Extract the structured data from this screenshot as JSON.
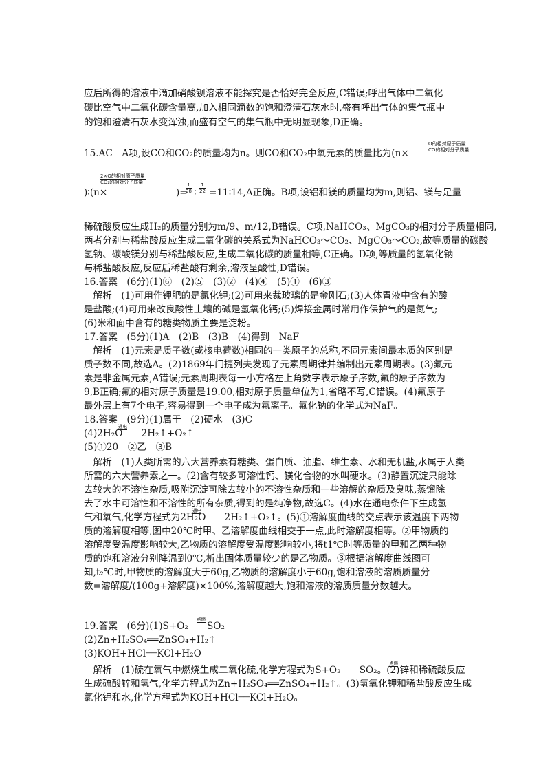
{
  "lines": [
    "应后所得的溶液中滴加硝酸钡溶液不能探究是否恰好完全反应,C错误;呼出气体中二氧化",
    "碳比空气中二氧化碳含量高,加入相同滴数的饱和澄清石灰水时,盛有呼出气体的集气瓶中",
    "的饱和澄清石灰水变浑浊,而盛有空气的集气瓶中无明显现象,D正确。",
    "15.AC　A项,设CO和CO₂的质量均为n。则CO和CO₂中氧元素的质量比为(n×",
    ")∶(n×",
    "=11∶14,A正确。B项,设铝和镁的质量均为m,则铝、镁与足量",
    "稀硫酸反应生成H₂的质量分别为m/9、m/12,B错误。C项,NaHCO₃、MgCO₃的相对分子质量相同,",
    "两者分别与稀盐酸反应生成二氧化碳的关系式为NaHCO₃～CO₂、MgCO₃～CO₂,故等质量的碳酸",
    "氢钠、碳酸镁分别与稀盐酸反应,生成二氧化碳的质量相等,C正确。D项,等质量的氢氧化钠",
    "与稀盐酸反应,反应后稀盐酸有剩余,溶液呈酸性,D错误。",
    "16.答案　(6分)(1)⑥　(2)⑤　(3)②　(4)④　(5)①　(6)③",
    "　解析　(1)可用作钾肥的是氯化钾;(2)可用来裁玻璃的是金刚石;(3)人体胃液中含有的酸",
    "是盐酸;(4)可用来改良酸性土壤的碱是氢氧化钙;(5)焊接金属时常用作保护气的是氮气;",
    "(6)米和面中含有的糖类物质主要是淀粉。",
    "17.答案　(5分)(1)A　(2)B　(3)B　(4)得到　NaF",
    "　解析　(1)元素是质子数(或核电荷数)相同的一类原子的总称,不同元素间最本质的区别是",
    "质子数不同,故选A。(2)1869年门捷列夫发现了元素周期律并编制出元素周期表。(3)氟元",
    "素是非金属元素,A错误;元素周期表每一小方格左上角数字表示原子序数,氟的原子序数为",
    "9,B正确;氟的相对原子质量是19.00,相对原子质量单位为1,省略不写,C错误。(4)氟原子",
    "最外层上有7个电子,容易得到一个电子成为氟离子。氟化钠的化学式为NaF。",
    "18.答案　(9分)(1)属于　(2)硬水　(3)C",
    "(4)2H₂O　　2H₂↑+O₂↑",
    "(5)①20　②乙　③B",
    "　解析　(1)人类所需的六大营养素有糖类、蛋白质、油脂、维生素、水和无机盐,水属于人类",
    "所需的六大营养素之一。(2)含有较多可溶性钙、镁化合物的水叫硬水。(3)静置沉淀只能除",
    "去较大的不溶性杂质,吸附沉淀可除去较小的不溶性杂质和一些溶解的杂质及臭味,蒸馏除",
    "去了水中可溶性和不溶性的所有杂质,得到的是纯净物,故选C。(4)水在通电条件下生成氢",
    "气和氧气,化学方程式为2H₂O　　2H₂↑+O₂↑。(5)①溶解度曲线的交点表示该温度下两物",
    "质的溶解度相等,图中20℃时甲、乙溶解度曲线相交于一点,此时溶解度相等。②甲物质的",
    "溶解度受温度影响较大,乙物质的溶解度受温度影响较小,将t1℃时等质量的甲和乙两种物",
    "质的饱和溶液分别降温到0℃,析出固体质量较少的是乙物质。③根据溶解度曲线图可",
    "知,t₂℃时,甲物质的溶解度大于60g,乙物质的溶解度小于60g,饱和溶液的溶质质量分",
    "数=溶解度/(100g+溶解度)×100%,溶解度越大,饱和溶液的溶质质量分数越大。",
    "19.答案　(6分)(1)S+O₂　　SO₂",
    "(2)Zn+H₂SO₄══ZnSO₄+H₂↑",
    "(3)KOH+HCl══KCl+H₂O",
    "　解析　(1)硫在氧气中燃烧生成二氧化硫,化学方程式为S+O₂　　SO₂。(2)锌和稀硫酸反应",
    "生成硫酸锌和氢气,化学方程式为Zn+H₂SO₄══ZnSO₄+H₂↑。(3)氢氧化钾和稀盐酸反应生成",
    "氯化钾和水,化学方程式为KOH+HCl══KCl+H₂O。"
  ],
  "fractions": {
    "o_num": "O的相对原子质量",
    "o_den": "CO的相对分子质量",
    "o2_num": "2×O的相对原子质量",
    "o2_den": "CO₂的相对分子质量",
    "s1_num": "1",
    "s1_den": "28",
    "s2_num": "1",
    "s2_den": "22"
  },
  "conditions": {
    "electrolysis": "通电",
    "ignite": "点燃"
  }
}
